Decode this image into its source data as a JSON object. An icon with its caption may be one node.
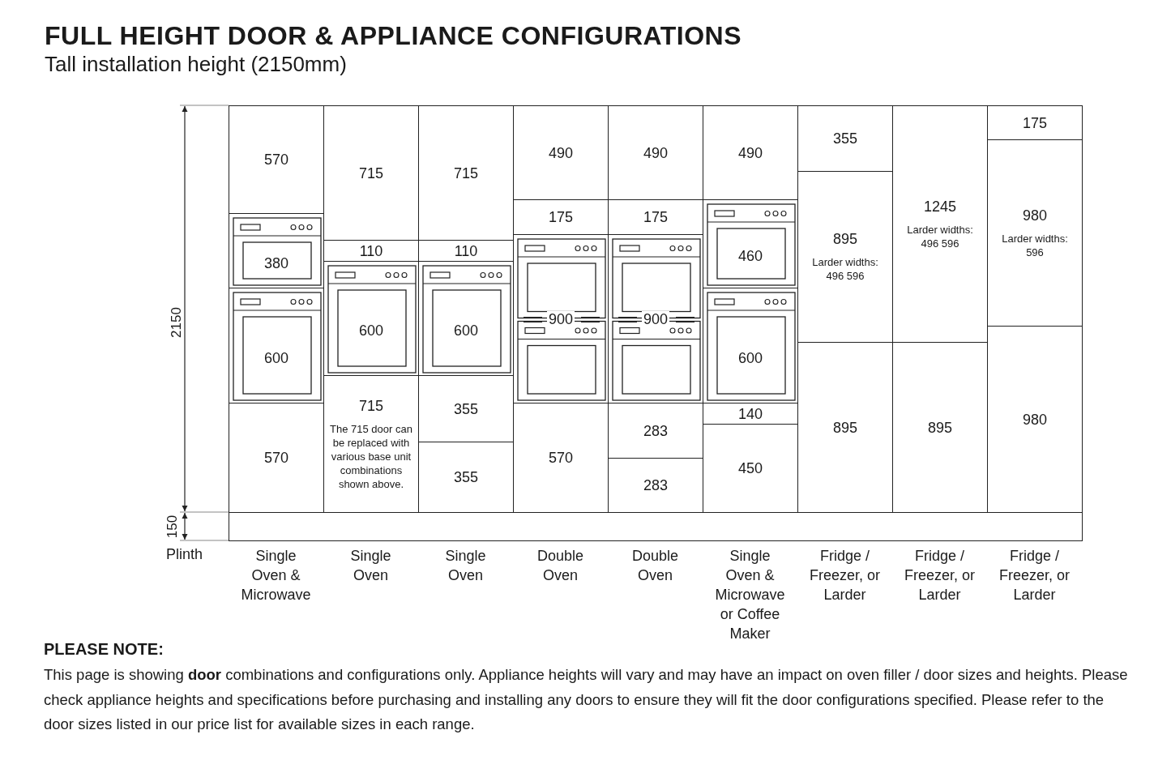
{
  "diagram": {
    "title": "FULL HEIGHT DOOR & APPLIANCE CONFIGURATIONS",
    "nodes": [
      {
        "text": [
          "570"
        ]
      },
      {
        "text": [
          "380"
        ]
      },
      {
        "text": [
          "600"
        ]
      },
      {
        "text": [
          "570"
        ]
      },
      {
        "text": [
          "715"
        ]
      },
      {
        "text": [
          "110"
        ]
      },
      {
        "text": [
          "600"
        ]
      },
      {
        "text": [
          "715",
          "The 715 door can be replaced with various base unit combinations shown above."
        ]
      },
      {
        "text": [
          "715"
        ]
      },
      {
        "text": [
          "110"
        ]
      },
      {
        "text": [
          "600"
        ]
      },
      {
        "text": [
          "355"
        ]
      },
      {
        "text": [
          "355"
        ]
      },
      {
        "text": [
          "490"
        ]
      },
      {
        "text": [
          "175"
        ]
      },
      {
        "text": [
          "900"
        ]
      },
      {
        "text": [
          "570"
        ]
      },
      {
        "text": [
          "490"
        ]
      },
      {
        "text": [
          "175"
        ]
      },
      {
        "text": [
          "900"
        ]
      },
      {
        "text": [
          "283"
        ]
      },
      {
        "text": [
          "283"
        ]
      },
      {
        "text": [
          "490"
        ]
      },
      {
        "text": [
          "460"
        ]
      },
      {
        "text": [
          "600"
        ]
      },
      {
        "text": [
          "140"
        ]
      },
      {
        "text": [
          "450"
        ]
      },
      {
        "text": [
          "355"
        ]
      },
      {
        "text": [
          "895",
          "Larder widths: 496 596"
        ]
      },
      {
        "text": [
          "895"
        ]
      },
      {
        "text": [
          "1245",
          "Larder widths: 496 596"
        ]
      },
      {
        "text": [
          "895"
        ]
      },
      {
        "text": [
          "175"
        ]
      },
      {
        "text": [
          "980",
          "Larder widths: 596"
        ]
      },
      {
        "text": [
          "980"
        ]
      },
      {
        "text": [],
        "shape": "bar"
      }
    ],
    "labels": [
      "Tall installation height (2150mm)",
      "2150",
      "150",
      "Plinth",
      "Single Oven & Microwave",
      "Single Oven",
      "Single Oven",
      "Double Oven",
      "Double Oven",
      "Single Oven & Microwave or Coffee Maker",
      "Fridge / Freezer, or Larder",
      "Fridge / Freezer, or Larder",
      "Fridge / Freezer, or Larder",
      "PLEASE NOTE:",
      "This page is showing **door** combinations and configurations only. Appliance heights will vary and may have an impact on oven filler / door sizes and heights. Please check appliance heights and specifications before purchasing and installing any doors to ensure they will fit the door configurations specified. Please refer to the door sizes listed in our price list for available sizes in each range."
    ]
  }
}
